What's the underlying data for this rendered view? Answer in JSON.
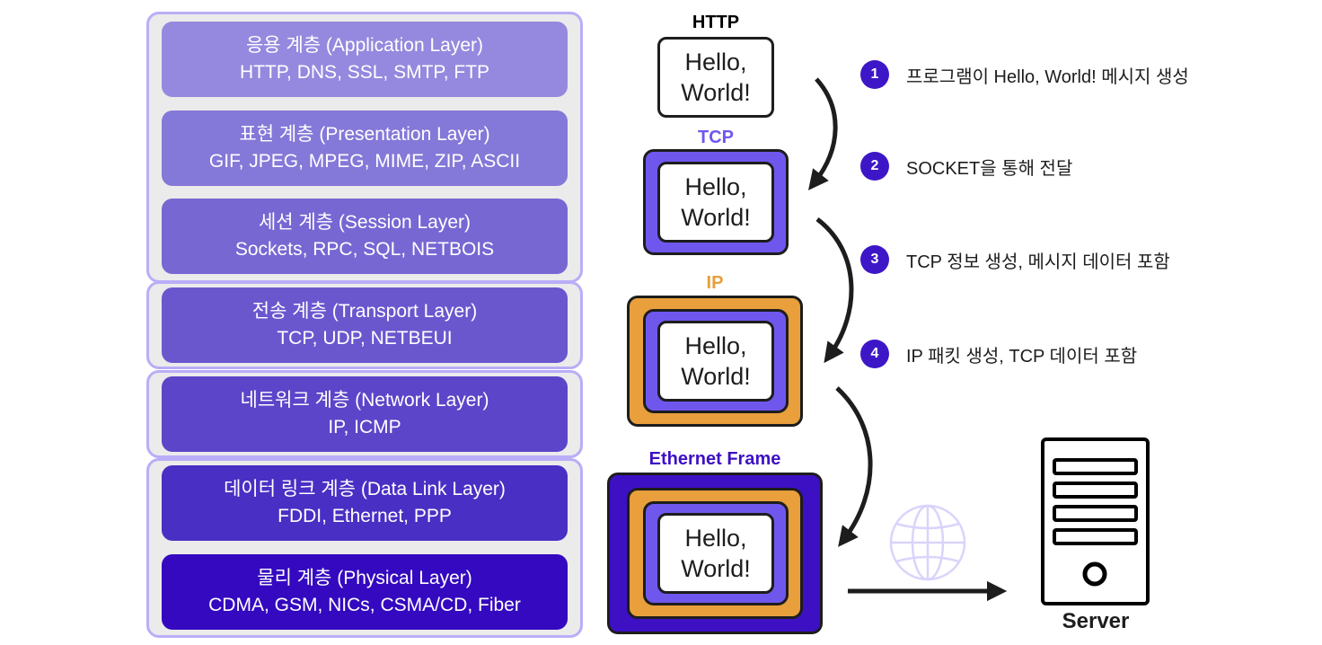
{
  "osi_layers": [
    {
      "name": "응용 계층 (Application Layer)",
      "protocols": "HTTP, DNS, SSL, SMTP, FTP",
      "color": "#9489de"
    },
    {
      "name": "표현 계층 (Presentation Layer)",
      "protocols": "GIF, JPEG, MPEG, MIME, ZIP, ASCII",
      "color": "#8478d8"
    },
    {
      "name": "세션 계층 (Session Layer)",
      "protocols": "Sockets, RPC, SQL, NETBOIS",
      "color": "#7767d3"
    },
    {
      "name": "전송 계층 (Transport Layer)",
      "protocols": "TCP, UDP, NETBEUI",
      "color": "#6a57ce"
    },
    {
      "name": "네트워크 계층 (Network Layer)",
      "protocols": "IP, ICMP",
      "color": "#5c45c9"
    },
    {
      "name": "데이터 링크 계층 (Data Link Layer)",
      "protocols": "FDDI, Ethernet, PPP",
      "color": "#4a2fc4"
    },
    {
      "name": "물리 계층 (Physical Layer)",
      "protocols": "CDMA, GSM, NICs, CSMA/CD, Fiber",
      "color": "#3409bf"
    }
  ],
  "packets": {
    "http_label": "HTTP",
    "tcp_label": "TCP",
    "ip_label": "IP",
    "frame_label": "Ethernet Frame",
    "message_line1": "Hello,",
    "message_line2": "World!"
  },
  "steps": [
    {
      "num": "1",
      "text": "프로그램이 Hello, World! 메시지 생성"
    },
    {
      "num": "2",
      "text": "SOCKET을 통해 전달"
    },
    {
      "num": "3",
      "text": "TCP 정보 생성, 메시지 데이터 포함"
    },
    {
      "num": "4",
      "text": "IP 패킷 생성, TCP 데이터 포함"
    }
  ],
  "server_label": "Server",
  "icons": {
    "globe": "globe-icon",
    "server": "server-icon"
  },
  "colors": {
    "tcp": "#6f57ee",
    "ip": "#e89f3c",
    "frame": "#3d10c4",
    "group_border": "#b9aef7",
    "group_bg": "#ebebeb",
    "step_badge": "#3d17c7"
  }
}
